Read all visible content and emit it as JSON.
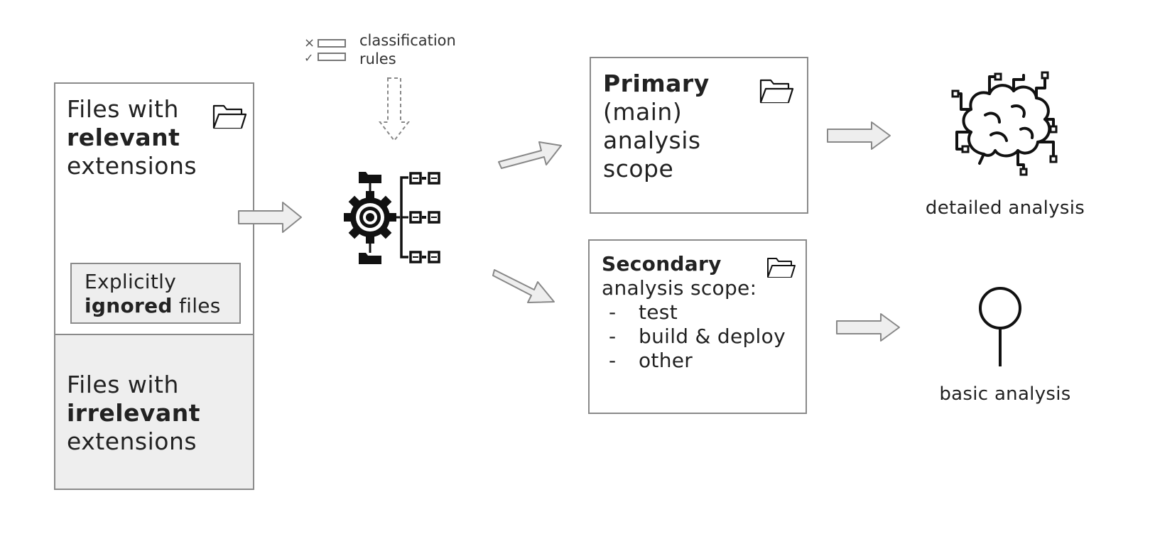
{
  "rules": {
    "line1": "classification",
    "line2": "rules",
    "reject_mark": "×",
    "accept_mark": "✓"
  },
  "files_relevant": {
    "line1": "Files with",
    "bold": "relevant",
    "line3": "extensions"
  },
  "ignored": {
    "line1": "Explicitly",
    "bold": "ignored",
    "rest": " files"
  },
  "files_irrelevant": {
    "line1": "Files with",
    "bold": "irrelevant",
    "line3": "extensions"
  },
  "primary": {
    "bold": "Primary",
    "line2": "(main)",
    "line3": "analysis",
    "line4": "scope"
  },
  "secondary": {
    "bold": "Secondary",
    "line2": "analysis scope:",
    "items": [
      "test",
      "build & deploy",
      "other"
    ]
  },
  "outcomes": {
    "detailed": "detailed analysis",
    "basic": "basic analysis"
  },
  "icons": [
    "folder-icon",
    "classifier-gear-icon",
    "brain-circuit-icon",
    "magnifier-pin-icon",
    "rules-checklist-icon"
  ],
  "colors": {
    "box_border": "#8a8a8a",
    "shaded_fill": "#eeeeee",
    "arrow_fill": "#eeeeee",
    "icon": "#111111"
  }
}
